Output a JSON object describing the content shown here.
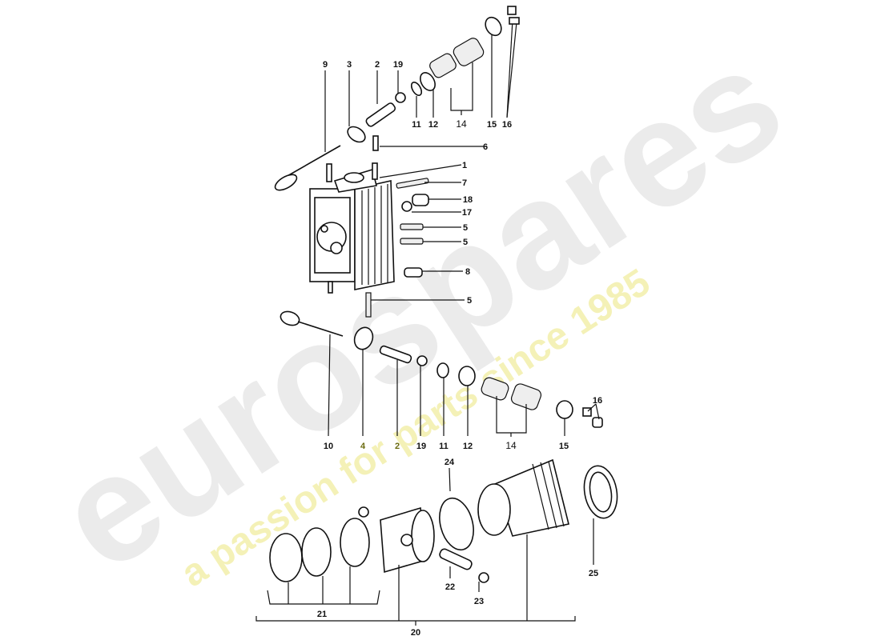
{
  "watermark": {
    "logo": "eurospares",
    "tagline": "a passion for parts since 1985",
    "logo_color": "#e6e6e6",
    "tagline_color": "#f2f0a8"
  },
  "callouts": {
    "top": {
      "c9": "9",
      "c3": "3",
      "c2": "2",
      "c19": "19",
      "c11": "11",
      "c12": "12",
      "c14": "14",
      "c15": "15",
      "c16": "16"
    },
    "head": {
      "c6": "6",
      "c1": "1",
      "c7": "7",
      "c18": "18",
      "c17": "17",
      "c5a": "5",
      "c5b": "5",
      "c8": "8",
      "c5c": "5"
    },
    "lower": {
      "c10": "10",
      "c4": "4",
      "c2": "2",
      "c19": "19",
      "c11": "11",
      "c12": "12",
      "c14": "14",
      "c15": "15",
      "c16": "16"
    },
    "cylinder": {
      "c24": "24",
      "c25": "25",
      "c22": "22",
      "c23": "23",
      "c21": "21",
      "c20": "20"
    }
  }
}
